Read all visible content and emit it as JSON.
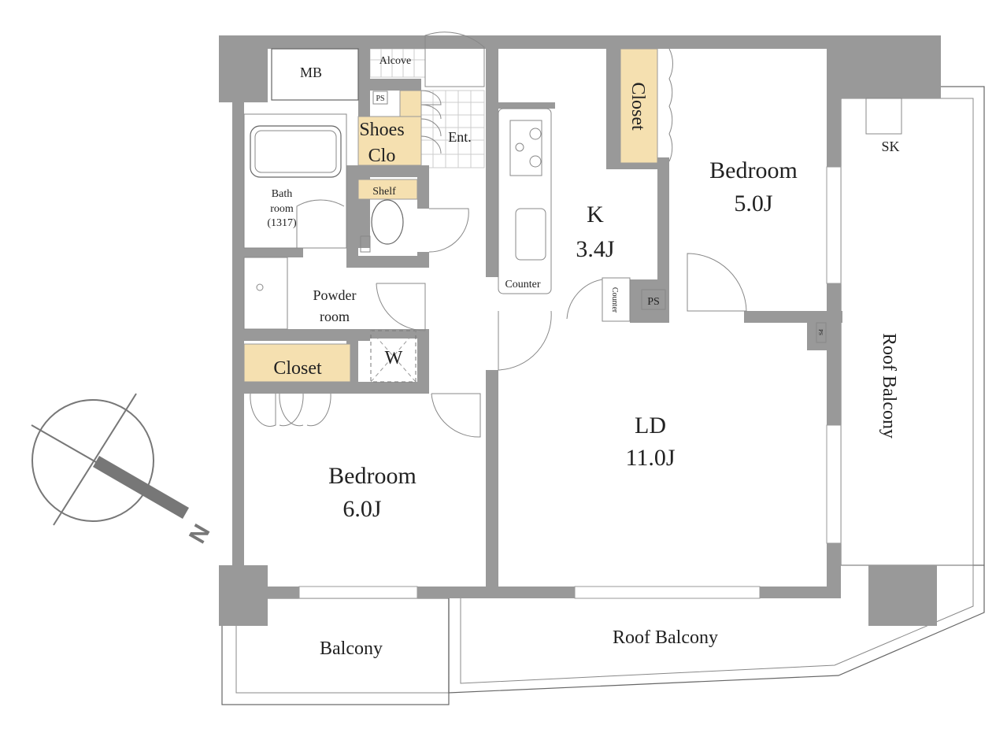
{
  "plan": {
    "rooms": {
      "mb": "MB",
      "alcove": "Alcove",
      "ps_top": "PS",
      "shoes_clo": [
        "Shoes",
        "Clo"
      ],
      "entrance": "Ent.",
      "shelf": "Shelf",
      "bathroom": [
        "Bath",
        "room",
        "(1317)"
      ],
      "powder_room": [
        "Powder",
        "room"
      ],
      "closet_left": "Closet",
      "washer": "W",
      "closet_top": "Closet",
      "bedroom_right": {
        "name": "Bedroom",
        "size": "5.0J"
      },
      "kitchen": {
        "name": "K",
        "size": "3.4J"
      },
      "counter_kitchen": "Counter",
      "counter_vertical": "Counter",
      "ps_kitchen": "PS",
      "ps_small": "PS",
      "sink": "SK",
      "roof_balcony_right": "Roof Balcony",
      "ld": {
        "name": "LD",
        "size": "11.0J"
      },
      "bedroom_left": {
        "name": "Bedroom",
        "size": "6.0J"
      },
      "balcony": "Balcony",
      "roof_balcony_bottom": "Roof Balcony"
    },
    "compass": {
      "north_label": "N"
    },
    "colors": {
      "wall": "#999999",
      "closet": "#f5e0b0",
      "text": "#222222"
    }
  }
}
